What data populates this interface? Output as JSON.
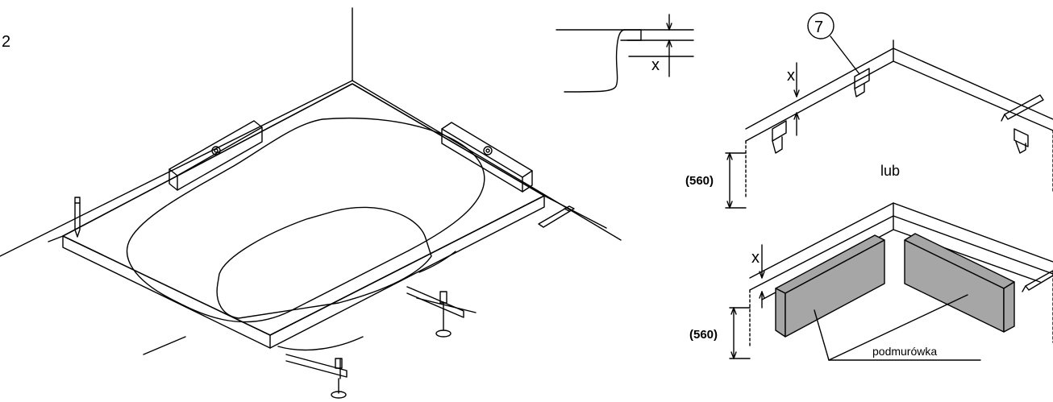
{
  "figure": {
    "step_number": "2",
    "labels": {
      "x_detail": "x",
      "x_top": "x",
      "x_bottom": "x",
      "callout_number": "7",
      "dim_top": "(560)",
      "dim_bottom": "(560)",
      "or_text": "lub",
      "support_wall": "podmurówka"
    },
    "colors": {
      "line": "#000000",
      "wall_block": "#a6a6a6",
      "background": "#ffffff"
    }
  }
}
